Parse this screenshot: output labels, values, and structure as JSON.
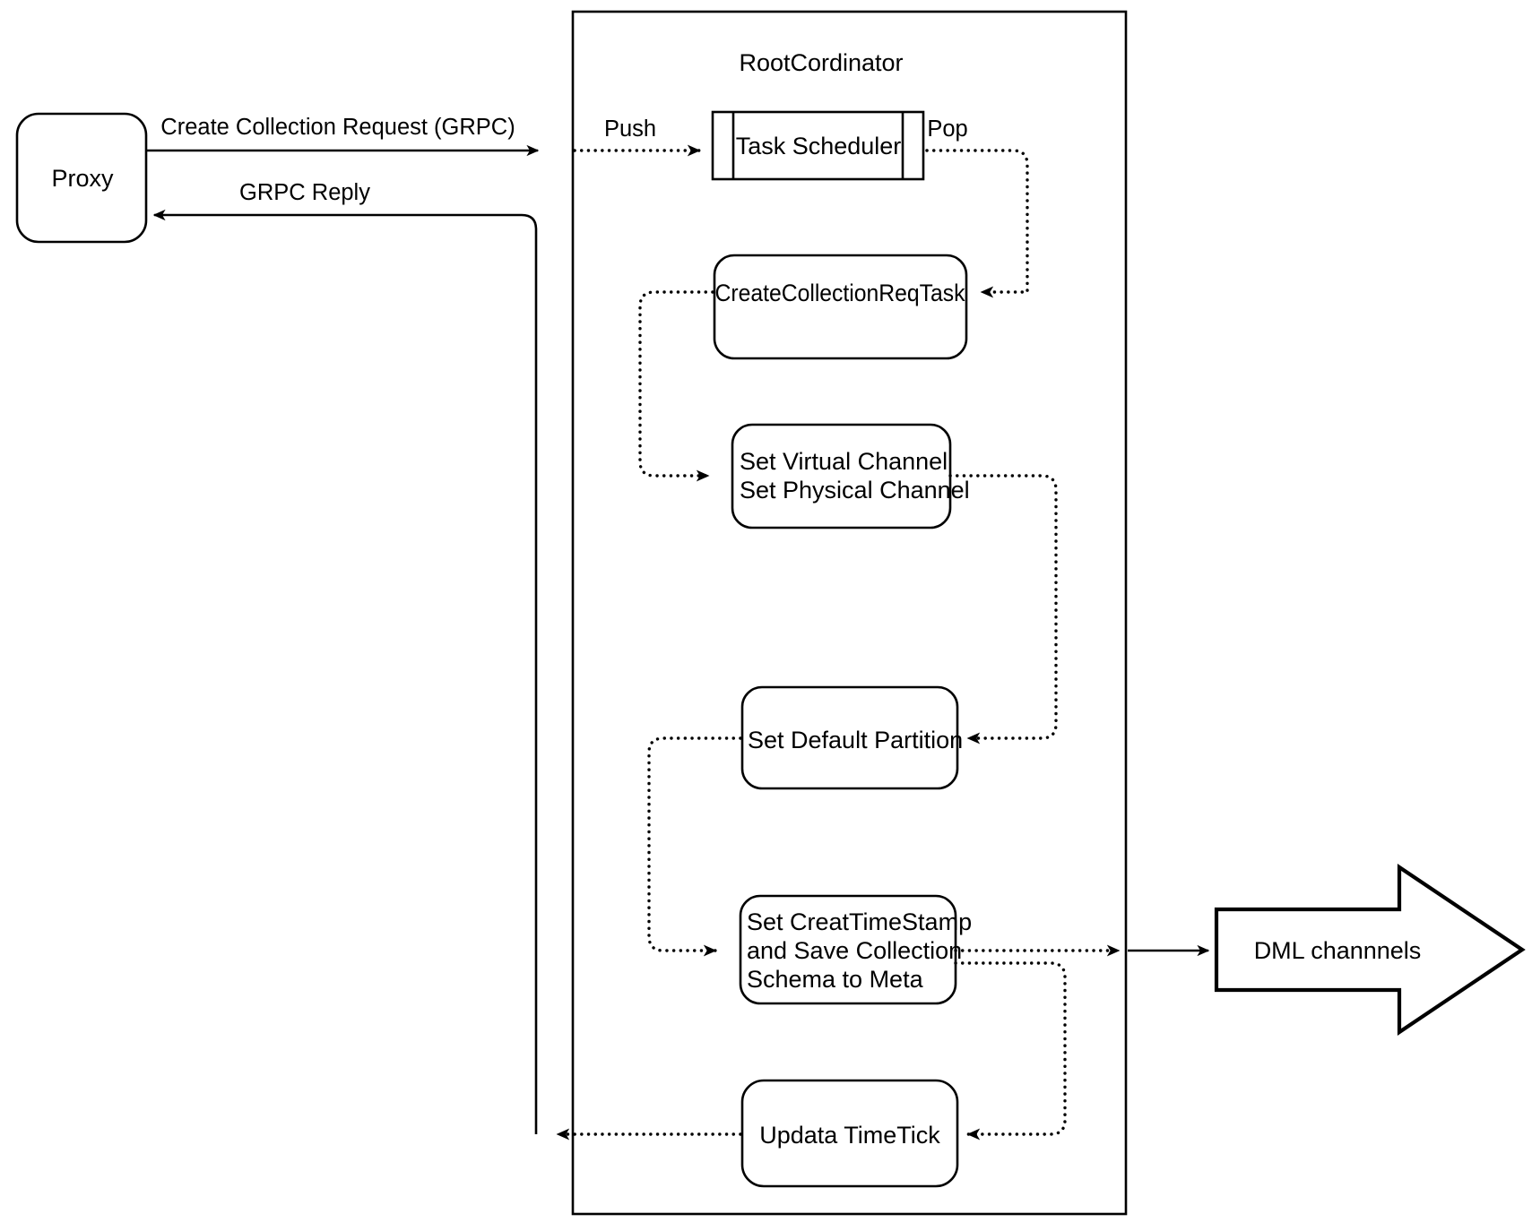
{
  "diagram": {
    "title_label": "RootCordinator",
    "containers": [
      {
        "name": "rootcoordinator",
        "label": "RootCordinator"
      }
    ],
    "nodes": [
      {
        "id": "proxy",
        "label": "Proxy",
        "shape": "rounded-rect"
      },
      {
        "id": "task-scheduler",
        "label": "Task Scheduler",
        "shape": "queue-rect"
      },
      {
        "id": "create-collection-req-task",
        "label": "CreateCollectionReqTask",
        "shape": "rounded-rect"
      },
      {
        "id": "set-channels",
        "label_line1": "Set Virtual Channel",
        "label_line2": "Set Physical Channel",
        "shape": "rounded-rect"
      },
      {
        "id": "set-default-partition",
        "label": "Set Default Partition",
        "shape": "rounded-rect"
      },
      {
        "id": "set-create-timestamp",
        "label_line1": "Set CreatTimeStamp",
        "label_line2": "and Save Collection",
        "label_line3": "Schema to Meta",
        "shape": "rounded-rect"
      },
      {
        "id": "update-timetick",
        "label": "Updata TimeTick",
        "shape": "rounded-rect"
      },
      {
        "id": "dml-channels",
        "label": "DML channnels",
        "shape": "block-arrow"
      }
    ],
    "edges": [
      {
        "id": "create-collection-request",
        "label": "Create Collection Request (GRPC)",
        "style": "solid",
        "from": "proxy",
        "to": "rootcoordinator"
      },
      {
        "id": "push",
        "label": "Push",
        "style": "dotted",
        "from": "rootcoordinator-boundary",
        "to": "task-scheduler"
      },
      {
        "id": "pop",
        "label": "Pop",
        "style": "dotted",
        "from": "task-scheduler",
        "to": "create-collection-req-task"
      },
      {
        "id": "task-to-channels",
        "label": "",
        "style": "dotted",
        "from": "create-collection-req-task",
        "to": "set-channels"
      },
      {
        "id": "channels-to-partition",
        "label": "",
        "style": "dotted",
        "from": "set-channels",
        "to": "set-default-partition"
      },
      {
        "id": "partition-to-timestamp",
        "label": "",
        "style": "dotted",
        "from": "set-default-partition",
        "to": "set-create-timestamp"
      },
      {
        "id": "timestamp-to-dml",
        "label": "",
        "style": "dotted-solid",
        "from": "set-create-timestamp",
        "to": "dml-channels"
      },
      {
        "id": "timestamp-to-timetick",
        "label": "",
        "style": "dotted",
        "from": "set-create-timestamp",
        "to": "update-timetick"
      },
      {
        "id": "timetick-to-reply",
        "label": "",
        "style": "dotted",
        "from": "update-timetick",
        "to": "grpc-reply-line"
      },
      {
        "id": "grpc-reply",
        "label": "GRPC Reply",
        "style": "solid",
        "from": "update-timetick",
        "to": "proxy"
      }
    ],
    "colors": {
      "stroke": "#000000",
      "fill": "#ffffff",
      "background": "#ffffff"
    }
  }
}
